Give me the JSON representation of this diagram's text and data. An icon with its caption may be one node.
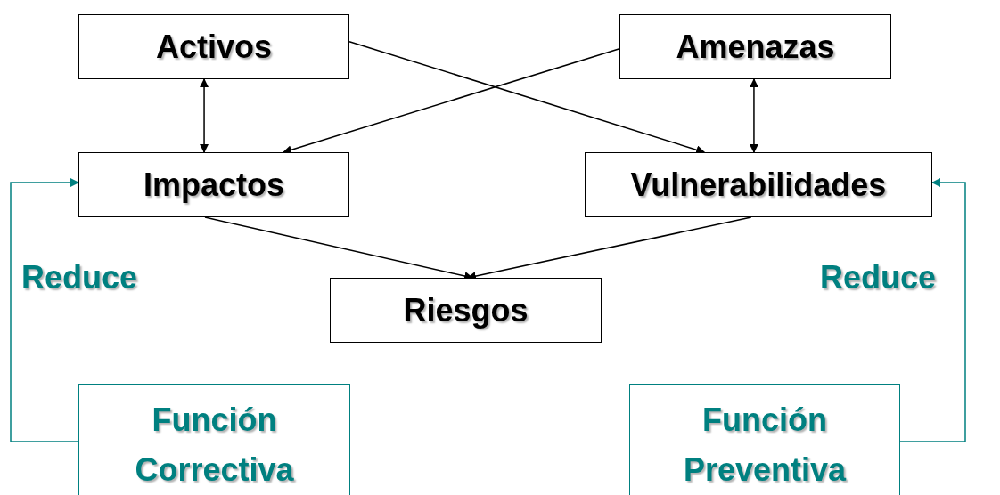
{
  "diagram": {
    "nodes": [
      {
        "text": [
          "Activos"
        ]
      },
      {
        "text": [
          "Amenazas"
        ]
      },
      {
        "text": [
          "Impactos"
        ]
      },
      {
        "text": [
          "Vulnerabilidades"
        ]
      },
      {
        "text": [
          "Riesgos"
        ]
      },
      {
        "text": [
          "Función Correctiva"
        ]
      },
      {
        "text": [
          "Función Preventiva"
        ]
      }
    ],
    "edges": [
      {
        "from": 0,
        "to": 2,
        "arrow": "both"
      },
      {
        "from": 1,
        "to": 3,
        "arrow": "both"
      },
      {
        "from": 0,
        "to": 3,
        "arrow": "to"
      },
      {
        "from": 1,
        "to": 2,
        "arrow": "to"
      },
      {
        "from": 2,
        "to": 4,
        "arrow": "to"
      },
      {
        "from": 3,
        "to": 4,
        "arrow": "to"
      },
      {
        "from": 5,
        "to": 2,
        "arrow": "to",
        "label": "Reduce",
        "color": "#008080"
      },
      {
        "from": 6,
        "to": 3,
        "arrow": "to",
        "label": "Reduce",
        "color": "#008080"
      }
    ]
  }
}
